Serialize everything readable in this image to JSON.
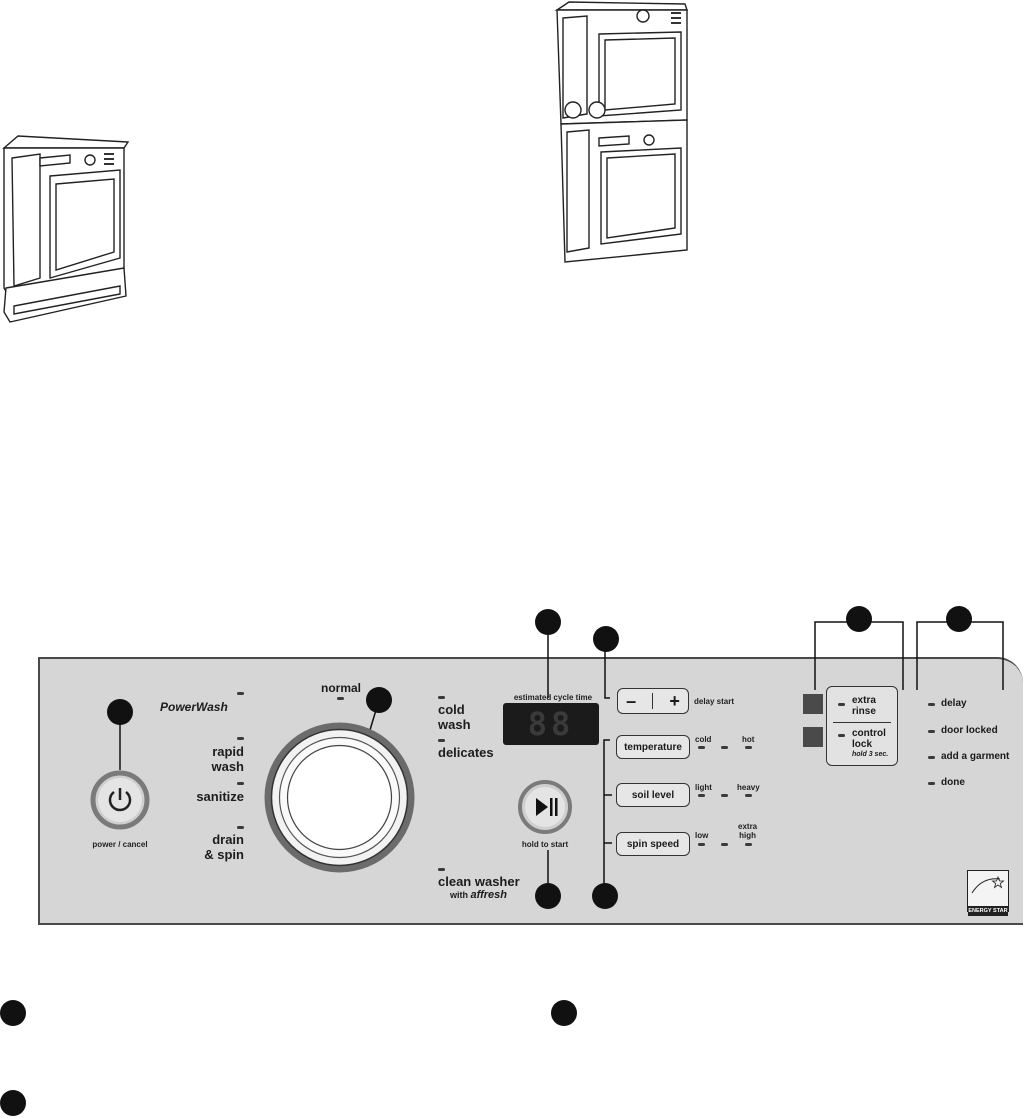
{
  "panel": {
    "power_label": "power / cancel",
    "powerwash_label": "PowerWash",
    "cycles_left": [
      "rapid wash",
      "sanitize",
      "drain & spin"
    ],
    "rapid": [
      "rapid",
      "wash"
    ],
    "sanitize": "sanitize",
    "drain": [
      "drain",
      "& spin"
    ],
    "normal": "normal",
    "cold_wash": [
      "cold",
      "wash"
    ],
    "delicates": "delicates",
    "clean_washer": "clean washer",
    "with": "with",
    "affresh": "affresh",
    "display_title": "estimated cycle time",
    "display_digits": "88",
    "minus": "–",
    "plus": "+",
    "delay_start": "delay start",
    "start_label": "hold to start",
    "temperature": "temperature",
    "temp_low": "cold",
    "temp_high": "hot",
    "soil_level": "soil level",
    "soil_low": "light",
    "soil_high": "heavy",
    "spin_speed": "spin speed",
    "spin_low": "low",
    "spin_high": [
      "extra",
      "high"
    ],
    "extra_rinse": [
      "extra",
      "rinse"
    ],
    "control_lock": [
      "control",
      "lock"
    ],
    "hold_note": "hold 3 sec.",
    "status": [
      "delay",
      "door locked",
      "add a garment",
      "done"
    ],
    "energy_star": "ENERGY STAR"
  },
  "colors": {
    "panel": "#d6d6d6",
    "ring": "#5a5a5a",
    "display": "#1b1b1b"
  }
}
